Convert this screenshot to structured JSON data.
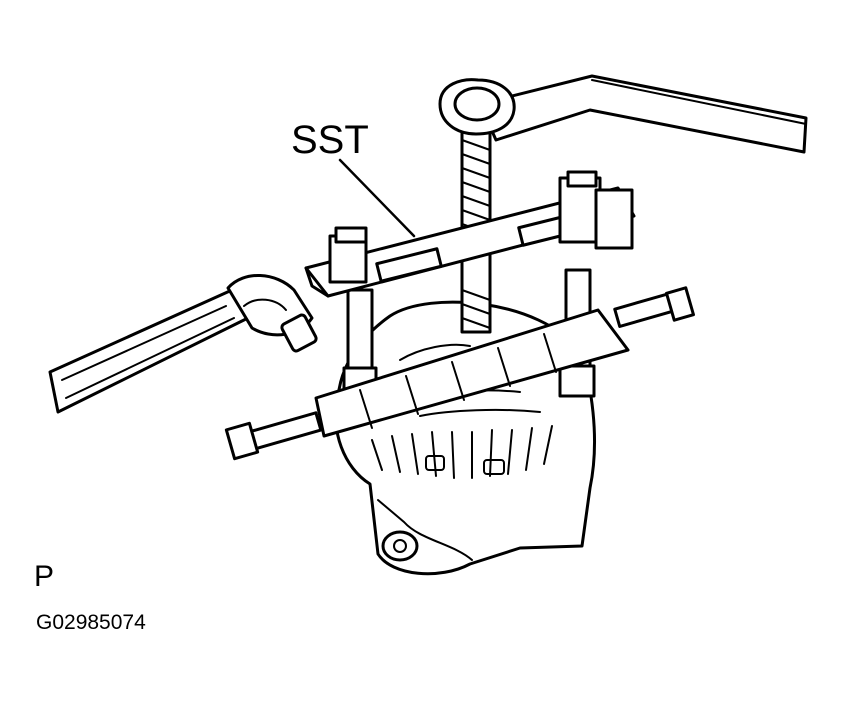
{
  "figure": {
    "callout_label": "SST",
    "view_label": "P",
    "figure_id": "G02985074"
  },
  "components": {
    "tool": "puller",
    "wrench_1": "wrench",
    "wrench_2": "adjustable-wrench",
    "part": "alternator"
  },
  "colors": {
    "line": "#000000",
    "fill": "#ffffff"
  }
}
